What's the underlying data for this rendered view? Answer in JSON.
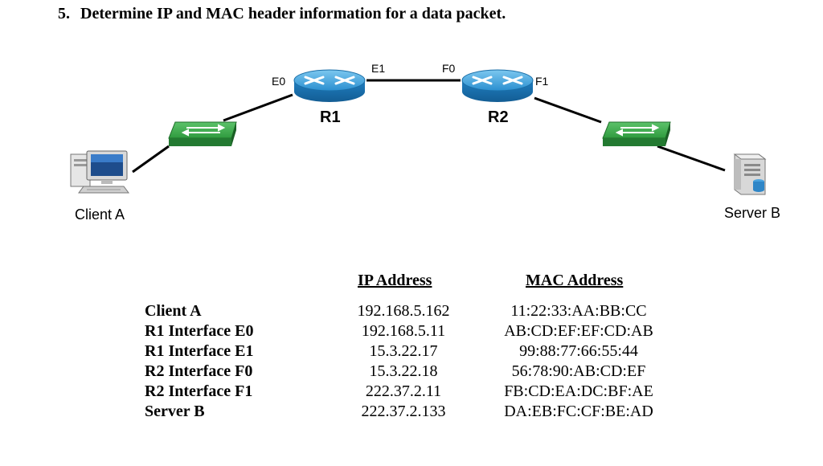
{
  "question": {
    "number": "5.",
    "text": "Determine IP and MAC header information for a data packet."
  },
  "topology": {
    "routers": [
      {
        "label": "R1"
      },
      {
        "label": "R2"
      }
    ],
    "interfaces": {
      "r1_e0": "E0",
      "r1_e1": "E1",
      "r2_f0": "F0",
      "r2_f1": "F1"
    },
    "client_label": "Client A",
    "server_label": "Server B",
    "colors": {
      "router": "#2a95d6",
      "switch": "#2e9b3c",
      "link": "#000000"
    }
  },
  "table": {
    "headers": {
      "ip": "IP Address",
      "mac": "MAC Address"
    },
    "rows": [
      {
        "device": "Client A",
        "ip": "192.168.5.162",
        "mac": "11:22:33:AA:BB:CC"
      },
      {
        "device": "R1 Interface E0",
        "ip": "192.168.5.11",
        "mac": "AB:CD:EF:EF:CD:AB"
      },
      {
        "device": "R1 Interface E1",
        "ip": "15.3.22.17",
        "mac": "99:88:77:66:55:44"
      },
      {
        "device": "R2 Interface F0",
        "ip": "15.3.22.18",
        "mac": "56:78:90:AB:CD:EF"
      },
      {
        "device": "R2 Interface F1",
        "ip": "222.37.2.11",
        "mac": "FB:CD:EA:DC:BF:AE"
      },
      {
        "device": "Server B",
        "ip": "222.37.2.133",
        "mac": "DA:EB:FC:CF:BE:AD"
      }
    ]
  }
}
